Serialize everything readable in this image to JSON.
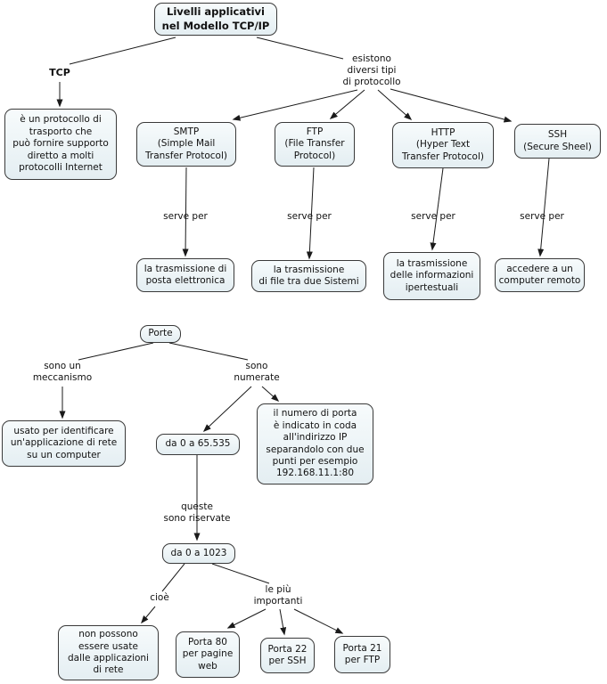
{
  "diagram": {
    "type": "concept-map",
    "language": "it",
    "topic": "Livelli applicativi nel Modello TCP/IP"
  },
  "colors": {
    "background": "#ffffff",
    "node_fill_top": "#f7fbfc",
    "node_fill_bottom": "#e4eef2",
    "node_border": "#3a3a3a",
    "connector": "#1a1a1a",
    "text": "#111111"
  },
  "nodes": {
    "title": {
      "text": "Livelli applicativi\nnel Modello TCP/IP"
    },
    "tcp_desc": {
      "text": "è un protocollo di\ntrasporto che\npuò fornire supporto\ndiretto a molti\nprotocolli Internet"
    },
    "smtp": {
      "text": "SMTP\n(Simple Mail\nTransfer Protocol)"
    },
    "ftp": {
      "text": "FTP\n(File Transfer\nProtocol)"
    },
    "http": {
      "text": "HTTP\n(Hyper Text\nTransfer Protocol)"
    },
    "ssh": {
      "text": "SSH\n(Secure Sheel)"
    },
    "smtp_result": {
      "text": "la trasmissione di\nposta elettronica"
    },
    "ftp_result": {
      "text": "la trasmissione\ndi file tra due Sistemi"
    },
    "http_result": {
      "text": "la trasmissione\ndelle informazioni\nipertestuali"
    },
    "ssh_result": {
      "text": "accedere a un\ncomputer remoto"
    },
    "porte": {
      "text": "Porte"
    },
    "usato": {
      "text": "usato per identificare\nun'applicazione di rete\nsu un computer"
    },
    "range_all": {
      "text": "da 0 a 65.535"
    },
    "port_number": {
      "text": "il numero di porta\nè indicato in coda\nall'indirizzo IP\nseparandolo con due\npunti per esempio\n192.168.11.1:80"
    },
    "range_reserved": {
      "text": "da 0 a 1023"
    },
    "non_possono": {
      "text": "non possono\nessere usate\ndalle applicazioni\ndi rete"
    },
    "porta_80": {
      "text": "Porta 80\nper pagine\nweb"
    },
    "porta_22": {
      "text": "Porta 22\nper SSH"
    },
    "porta_21": {
      "text": "Porta 21\nper FTP"
    }
  },
  "labels": {
    "tcp": "TCP",
    "esistono": "esistono\ndiversi tipi\ndi protocollo",
    "serve_per": "serve per",
    "sono_meccanismo": "sono un\nmeccanismo",
    "sono_numerate": "sono\nnumerate",
    "queste_riservate": "queste\nsono riservate",
    "cioe": "cioè",
    "le_piu_importanti": "le più\nimportanti"
  }
}
